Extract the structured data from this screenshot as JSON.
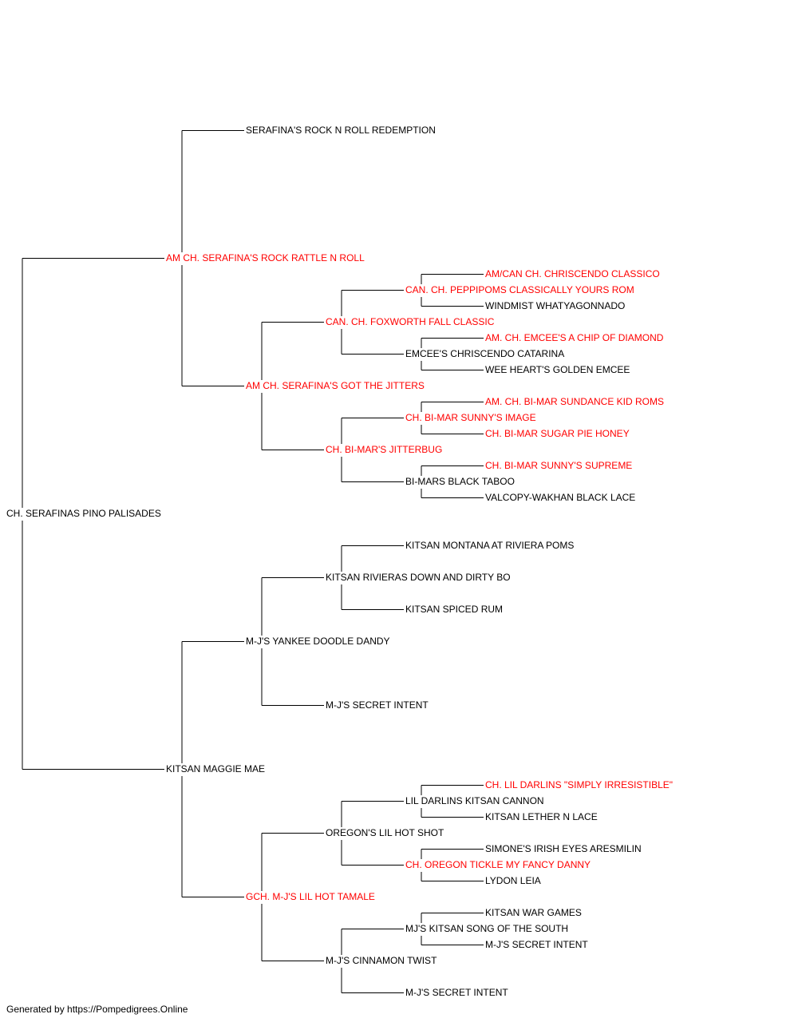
{
  "colors": {
    "champion": "#ff0000",
    "normal": "#000000",
    "line": "#000000"
  },
  "footer": "Generated by https://Pompedigrees.Online",
  "pedigree": {
    "subject": "CH. SERAFINAS PINO PALISADES",
    "sire": {
      "name": "AM CH. SERAFINA'S ROCK RATTLE N ROLL",
      "champion": true,
      "sire": {
        "name": "SERAFINA'S ROCK N ROLL REDEMPTION",
        "champion": false
      },
      "dam": {
        "name": "AM CH. SERAFINA'S GOT THE JITTERS",
        "champion": true,
        "sire": {
          "name": "CAN. CH. FOXWORTH FALL CLASSIC",
          "champion": true,
          "sire": {
            "name": "CAN. CH. PEPPIPOMS CLASSICALLY YOURS ROM",
            "champion": true,
            "sire": {
              "name": "AM/CAN CH. CHRISCENDO CLASSICO",
              "champion": true
            },
            "dam": {
              "name": "WINDMIST WHATYAGONNADO",
              "champion": false
            }
          },
          "dam": {
            "name": "EMCEE'S CHRISCENDO CATARINA",
            "champion": false,
            "sire": {
              "name": "AM. CH. EMCEE'S A CHIP OF DIAMOND",
              "champion": true
            },
            "dam": {
              "name": "WEE HEART'S GOLDEN EMCEE",
              "champion": false
            }
          }
        },
        "dam": {
          "name": "CH. BI-MAR'S JITTERBUG",
          "champion": true,
          "sire": {
            "name": "CH. BI-MAR SUNNY'S IMAGE",
            "champion": true,
            "sire": {
              "name": "AM. CH. BI-MAR SUNDANCE KID ROMS",
              "champion": true
            },
            "dam": {
              "name": "CH. BI-MAR SUGAR PIE HONEY",
              "champion": true
            }
          },
          "dam": {
            "name": "BI-MARS BLACK TABOO",
            "champion": false,
            "sire": {
              "name": "CH. BI-MAR SUNNY'S SUPREME",
              "champion": true
            },
            "dam": {
              "name": "VALCOPY-WAKHAN BLACK LACE",
              "champion": false
            }
          }
        }
      }
    },
    "dam": {
      "name": "KITSAN MAGGIE MAE",
      "champion": false,
      "sire": {
        "name": "M-J'S YANKEE DOODLE DANDY",
        "champion": false,
        "sire": {
          "name": "KITSAN RIVIERAS DOWN AND DIRTY BO",
          "champion": false,
          "sire": {
            "name": "KITSAN MONTANA AT RIVIERA POMS",
            "champion": false
          },
          "dam": {
            "name": "KITSAN SPICED RUM",
            "champion": false
          }
        },
        "dam": {
          "name": "M-J'S SECRET INTENT",
          "champion": false
        }
      },
      "dam": {
        "name": "GCH. M-J'S LIL HOT TAMALE",
        "champion": true,
        "sire": {
          "name": "OREGON'S LIL HOT SHOT",
          "champion": false,
          "sire": {
            "name": "LIL DARLINS KITSAN CANNON",
            "champion": false,
            "sire": {
              "name": "CH. LIL DARLINS \"SIMPLY IRRESISTIBLE\"",
              "champion": true
            },
            "dam": {
              "name": "KITSAN LETHER N LACE",
              "champion": false
            }
          },
          "dam": {
            "name": "CH. OREGON TICKLE MY FANCY DANNY",
            "champion": true,
            "sire": {
              "name": "SIMONE'S IRISH EYES ARESMILIN",
              "champion": false
            },
            "dam": {
              "name": "LYDON LEIA",
              "champion": false
            }
          }
        },
        "dam": {
          "name": "M-J'S CINNAMON TWIST",
          "champion": false,
          "sire": {
            "name": "MJ'S KITSAN SONG OF THE SOUTH",
            "champion": false,
            "sire": {
              "name": "KITSAN WAR GAMES",
              "champion": false
            },
            "dam": {
              "name": "M-J'S SECRET INTENT",
              "champion": false
            }
          },
          "dam": {
            "name": "M-J'S SECRET INTENT",
            "champion": false
          }
        }
      }
    }
  }
}
